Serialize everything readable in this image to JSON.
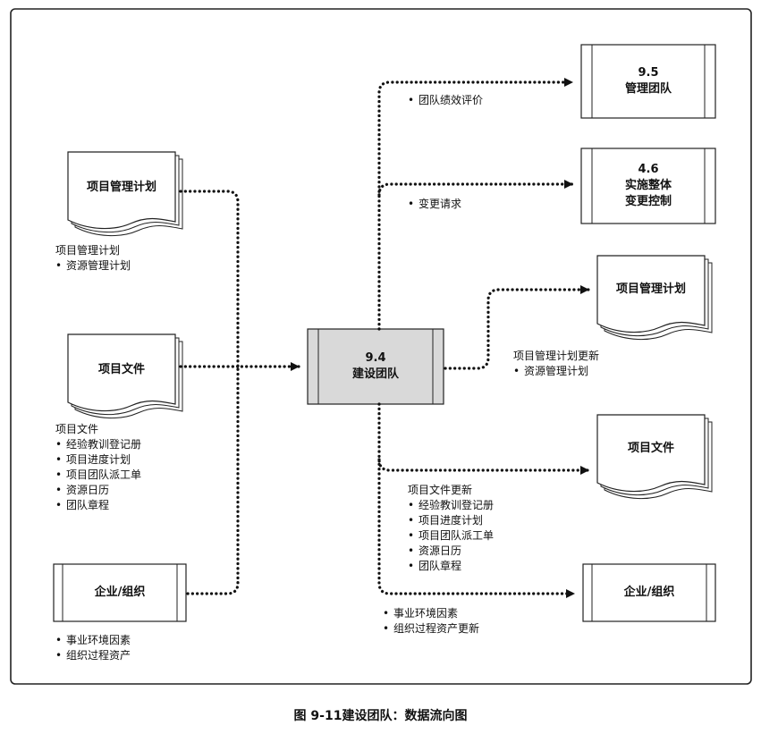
{
  "center": {
    "number": "9.4",
    "name": "建设团队"
  },
  "inputs": {
    "plan": {
      "title": "项目管理计划",
      "label_head": "项目管理计划",
      "items": [
        "资源管理计划"
      ]
    },
    "docs": {
      "title": "项目文件",
      "label_head": "项目文件",
      "items": [
        "经验教训登记册",
        "项目进度计划",
        "项目团队派工单",
        "资源日历",
        "团队章程"
      ]
    },
    "enterprise": {
      "title": "企业/组织",
      "items": [
        "事业环境因素",
        "组织过程资产"
      ]
    }
  },
  "outputs": {
    "manage_team": {
      "number": "9.5",
      "name": "管理团队",
      "items": [
        "团队绩效评价"
      ]
    },
    "integrated_change": {
      "number": "4.6",
      "name_line1": "实施整体",
      "name_line2": "变更控制",
      "items": [
        "变更请求"
      ]
    },
    "plan": {
      "title": "项目管理计划",
      "label_head": "项目管理计划更新",
      "items": [
        "资源管理计划"
      ]
    },
    "docs": {
      "title": "项目文件",
      "label_head": "项目文件更新",
      "items": [
        "经验教训登记册",
        "项目进度计划",
        "项目团队派工单",
        "资源日历",
        "团队章程"
      ]
    },
    "enterprise": {
      "title": "企业/组织",
      "items": [
        "事业环境因素",
        "组织过程资产更新"
      ]
    }
  },
  "caption": "图 9-11建设团队：数据流向图"
}
